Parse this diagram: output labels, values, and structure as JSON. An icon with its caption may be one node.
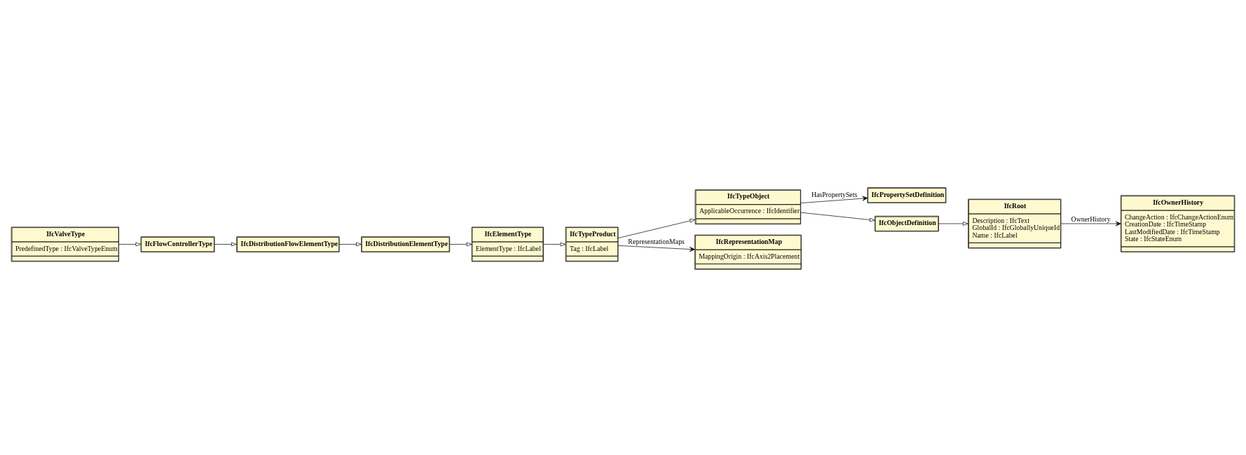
{
  "diagram": {
    "nodes": [
      {
        "text": [
          "IfcValveType",
          "PredefinedType : IfcValveTypeEnum"
        ]
      },
      {
        "text": [
          "IfcFlowControllerType"
        ]
      },
      {
        "text": [
          "IfcDistributionElementType"
        ]
      },
      {
        "text": [
          "IfcDistributionFlowElementType"
        ]
      },
      {
        "text": [
          "IfcOwnerHistory",
          "ChangeAction : IfcChangeActionEnum",
          "CreationDate : IfcTimeStamp",
          "LastModifiedDate : IfcTimeStamp",
          "State : IfcStateEnum"
        ]
      },
      {
        "text": [
          "IfcElementType",
          "ElementType : IfcLabel"
        ]
      },
      {
        "text": [
          "IfcTypeObject",
          "ApplicableOccurrence : IfcIdentifier"
        ]
      },
      {
        "text": [
          "IfcPropertySetDefinition"
        ]
      },
      {
        "text": [
          "IfcRoot",
          "Description : IfcText",
          "GlobalId : IfcGloballyUniqueId",
          "Name : IfcLabel"
        ]
      },
      {
        "text": [
          "IfcTypeProduct",
          "Tag : IfcLabel"
        ]
      },
      {
        "text": [
          "IfcRepresentationMap",
          "MappingOrigin : IfcAxis2Placement"
        ]
      },
      {
        "text": [
          "IfcObjectDefinition"
        ]
      }
    ],
    "edges": [
      {
        "from": 0,
        "to": 1,
        "arrow": "to"
      },
      {
        "from": 1,
        "to": 3,
        "arrow": "to"
      },
      {
        "from": 3,
        "to": 2,
        "arrow": "to"
      },
      {
        "from": 2,
        "to": 5,
        "arrow": "to"
      },
      {
        "from": 5,
        "to": 9,
        "arrow": "to"
      },
      {
        "from": 9,
        "to": 6,
        "arrow": "to"
      },
      {
        "from": 6,
        "to": 7,
        "arrow": "to",
        "label": "HasPropertySets"
      },
      {
        "from": 9,
        "to": 10,
        "arrow": "to",
        "label": "RepresentationMaps"
      },
      {
        "from": 6,
        "to": 11,
        "arrow": "to"
      },
      {
        "from": 11,
        "to": 8,
        "arrow": "to"
      },
      {
        "from": 8,
        "to": 4,
        "arrow": "to",
        "label": "OwnerHistory"
      }
    ]
  }
}
